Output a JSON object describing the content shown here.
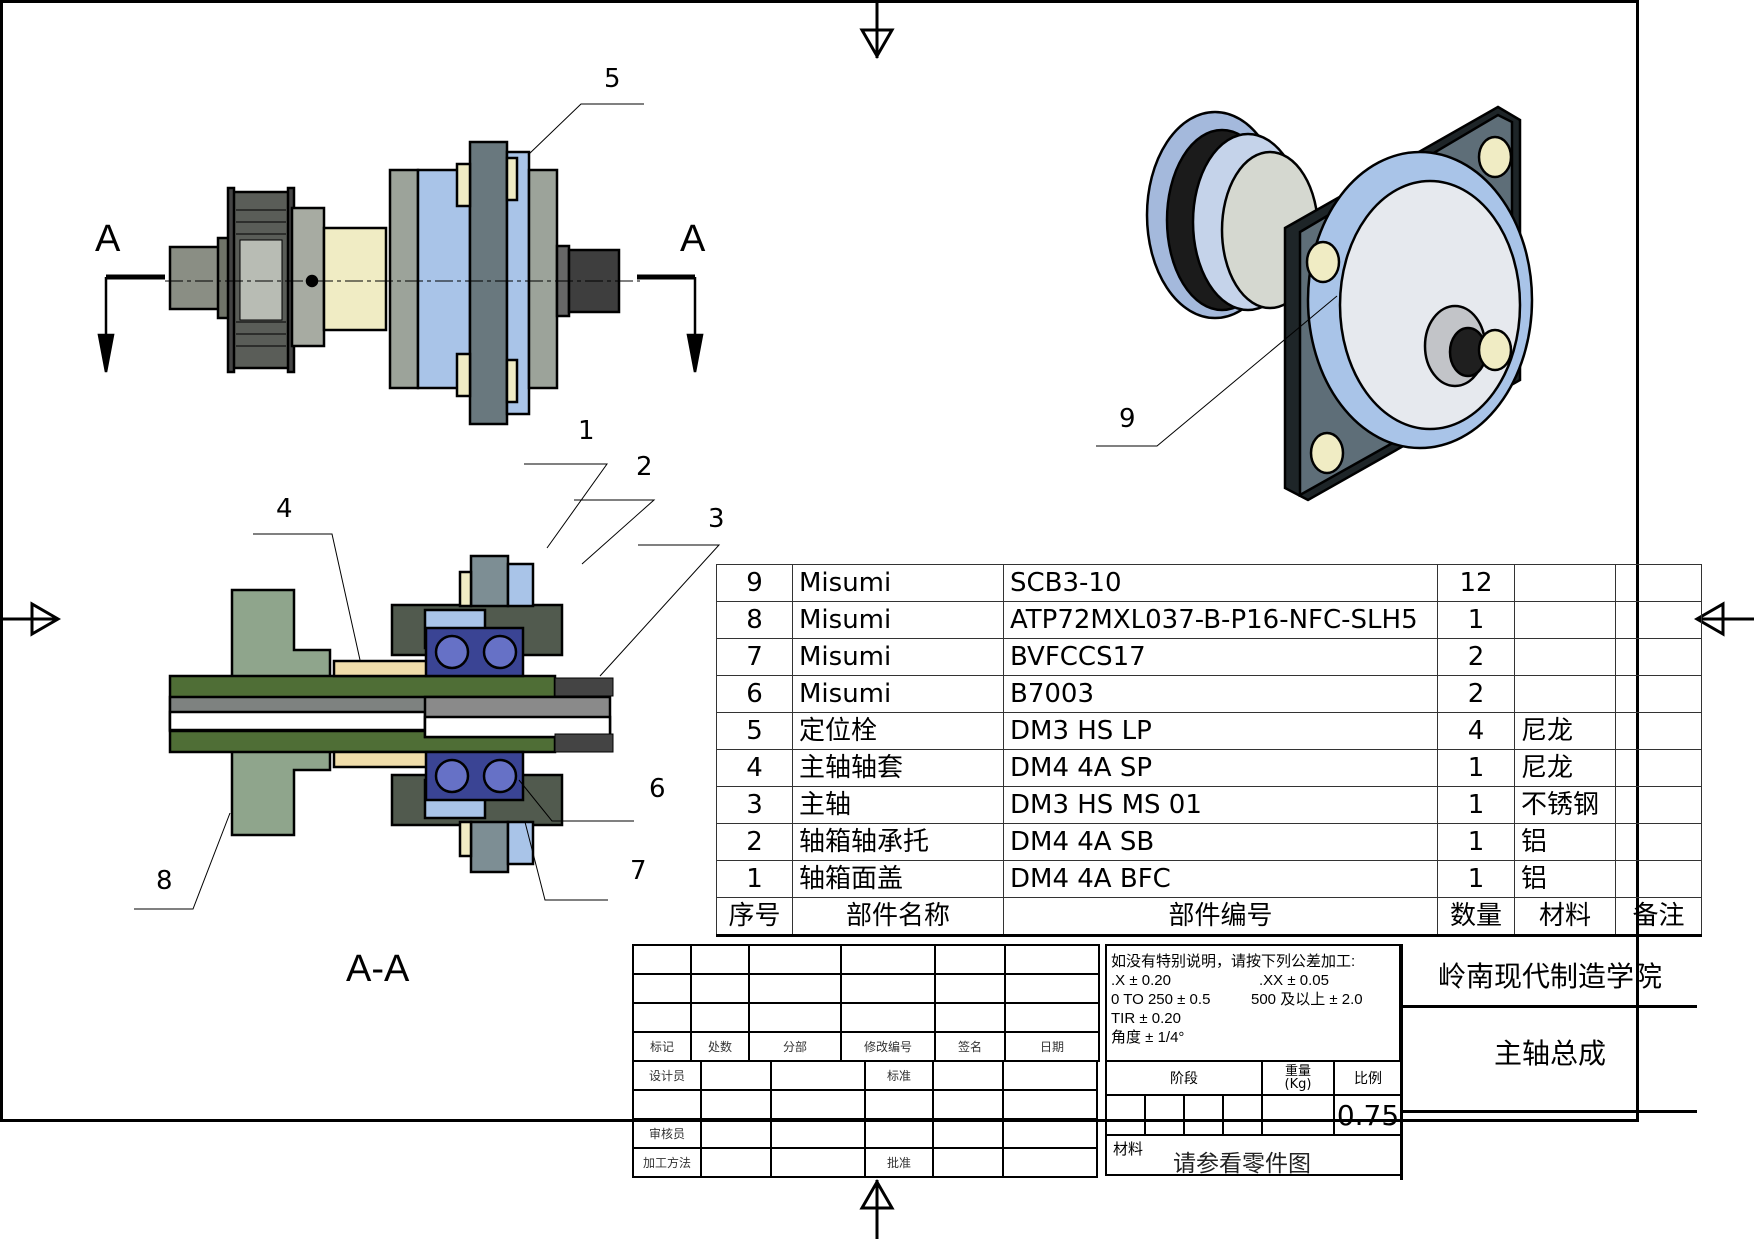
{
  "drawing": {
    "section_label_left": "A",
    "section_label_right": "A",
    "section_view_title": "A-A",
    "balloons": {
      "top_view": [
        "5"
      ],
      "section_view": [
        "1",
        "2",
        "3",
        "4",
        "6",
        "7",
        "8"
      ],
      "iso_view": [
        "9"
      ]
    }
  },
  "bom": {
    "headers": [
      "序号",
      "部件名称",
      "部件编号",
      "数量",
      "材料",
      "备注"
    ],
    "rows": [
      {
        "no": "9",
        "name": "Misumi",
        "part_no": "SCB3-10",
        "qty": "12",
        "material": "",
        "note": ""
      },
      {
        "no": "8",
        "name": "Misumi",
        "part_no": "ATP72MXL037-B-P16-NFC-SLH5",
        "qty": "1",
        "material": "",
        "note": ""
      },
      {
        "no": "7",
        "name": "Misumi",
        "part_no": "BVFCCS17",
        "qty": "2",
        "material": "",
        "note": ""
      },
      {
        "no": "6",
        "name": "Misumi",
        "part_no": "B7003",
        "qty": "2",
        "material": "",
        "note": ""
      },
      {
        "no": "5",
        "name": "定位栓",
        "part_no": "DM3 HS LP",
        "qty": "4",
        "material": "尼龙",
        "note": ""
      },
      {
        "no": "4",
        "name": "主轴轴套",
        "part_no": "DM4 4A SP",
        "qty": "1",
        "material": "尼龙",
        "note": ""
      },
      {
        "no": "3",
        "name": "主轴",
        "part_no": "DM3 HS MS 01",
        "qty": "1",
        "material": "不锈钢",
        "note": ""
      },
      {
        "no": "2",
        "name": "轴箱轴承托",
        "part_no": "DM4 4A SB",
        "qty": "1",
        "material": "铝",
        "note": ""
      },
      {
        "no": "1",
        "name": "轴箱面盖",
        "part_no": "DM4 4A BFC",
        "qty": "1",
        "material": "铝",
        "note": ""
      }
    ]
  },
  "title_block": {
    "revision_headers": [
      "标记",
      "处数",
      "分部",
      "修改编号",
      "签名",
      "日期"
    ],
    "sign_labels": {
      "designer": "设计员",
      "standard": "标准",
      "reviewer": "审核员",
      "process": "加工方法",
      "approve": "批准"
    },
    "tolerance_note": {
      "line1": "如没有特别说明，请按下列公差加工:",
      "line2a": ".X ± 0.20",
      "line2b": ".XX ± 0.05",
      "line3a": "0 TO 250 ± 0.5",
      "line3b": "500 及以上 ± 2.0",
      "line4": "TIR ± 0.20",
      "line5": "角度 ± 1/4°"
    },
    "stage_label": "阶段",
    "weight_label": "重量\n(Kg)",
    "scale_label": "比例",
    "scale_value": "0.75",
    "material_label": "材料",
    "material_value": "请参看零件图",
    "organization": "岭南现代制造学院",
    "drawing_title": "主轴总成"
  }
}
